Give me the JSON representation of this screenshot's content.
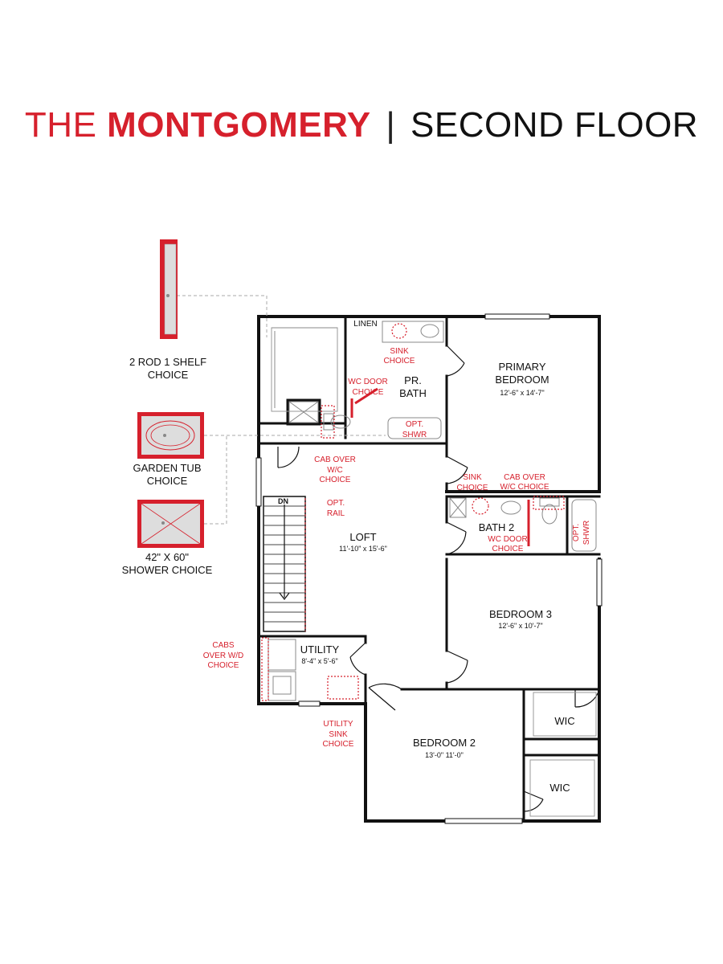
{
  "title": {
    "prefix": "THE",
    "name": "MONTGOMERY",
    "separator": "|",
    "floor": "SECOND FLOOR"
  },
  "colors": {
    "accent_red": "#d6202c",
    "wall": "#111111",
    "fixture_gray": "#bbbbbb"
  },
  "rooms": {
    "primary_bedroom": {
      "line1": "PRIMARY",
      "line2": "BEDROOM",
      "dims": "12'-6\" x 14'-7\""
    },
    "pr_bath": {
      "line1": "PR.",
      "line2": "BATH"
    },
    "linen": "LINEN",
    "loft": {
      "name": "LOFT",
      "dims": "11'-10\" x 15'-6\""
    },
    "bath2": "BATH 2",
    "bedroom3": {
      "name": "BEDROOM 3",
      "dims": "12'-6\" x 10'-7\""
    },
    "bedroom2": {
      "name": "BEDROOM 2",
      "dims": "13'-0\" 11'-0\""
    },
    "utility": {
      "name": "UTILITY",
      "dims": "8'-4\" x 5'-6\""
    },
    "wic_upper": "WIC",
    "wic_lower": "WIC",
    "stairs_dn": "DN"
  },
  "choices": {
    "sink_choice_pr": [
      "SINK",
      "CHOICE"
    ],
    "wc_door_choice_pr": [
      "WC DOOR",
      "CHOICE"
    ],
    "opt_shwr_pr": [
      "OPT.",
      "SHWR"
    ],
    "cab_over_wc_pr": [
      "CAB OVER",
      "W/C",
      "CHOICE"
    ],
    "sink_choice_bath2": [
      "SINK",
      "CHOICE"
    ],
    "cab_over_wc_bath2": [
      "CAB OVER",
      "W/C CHOICE"
    ],
    "wc_door_choice_bath2": [
      "WC DOOR",
      "CHOICE"
    ],
    "opt_shwr_bath2": [
      "OPT.",
      "SHWR"
    ],
    "opt_rail": [
      "OPT.",
      "RAIL"
    ],
    "cabs_over_wd": [
      "CABS",
      "OVER W/D",
      "CHOICE"
    ],
    "utility_sink": [
      "UTILITY",
      "SINK",
      "CHOICE"
    ]
  },
  "callouts": {
    "rod_shelf": [
      "2 ROD 1 SHELF",
      "CHOICE"
    ],
    "garden_tub": [
      "GARDEN TUB",
      "CHOICE"
    ],
    "shower": [
      "42\" X 60\"",
      "SHOWER CHOICE"
    ]
  }
}
